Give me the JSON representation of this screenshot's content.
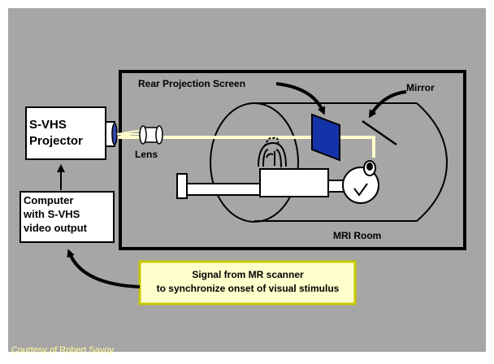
{
  "labels": {
    "projector": [
      "S-VHS",
      "Projector"
    ],
    "computer": [
      "Computer",
      "with S-VHS",
      "video output"
    ],
    "lens": "Lens",
    "screen": "Rear Projection Screen",
    "mirror": "Mirror",
    "room": "MRI Room",
    "signal": [
      "Signal from MR scanner",
      "to synchronize onset of visual stimulus"
    ],
    "credit": "Courtesy of Robert Savoy"
  },
  "colors": {
    "background": "#a6a6a6",
    "frame": "#ffffff",
    "beam": "#ffffcc",
    "screen": "#1533a8",
    "callout_fill": "#ffffcc",
    "callout_border": "#c8c800",
    "credit": "#ffff99",
    "outline": "#000000"
  }
}
